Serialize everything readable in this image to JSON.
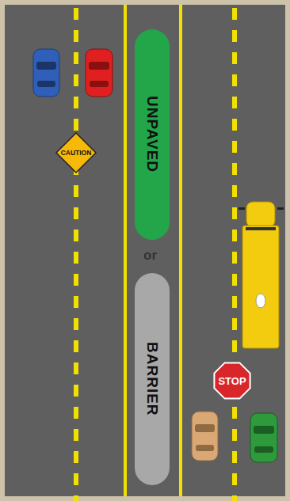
{
  "diagram": {
    "nodes": [
      {
        "text": [
          "UNPAVED"
        ]
      },
      {
        "text": [
          "CAUTION"
        ]
      },
      {
        "text": [
          "BARRIER"
        ]
      },
      {
        "text": [
          "STOP"
        ]
      }
    ],
    "labels": [
      "or"
    ]
  }
}
